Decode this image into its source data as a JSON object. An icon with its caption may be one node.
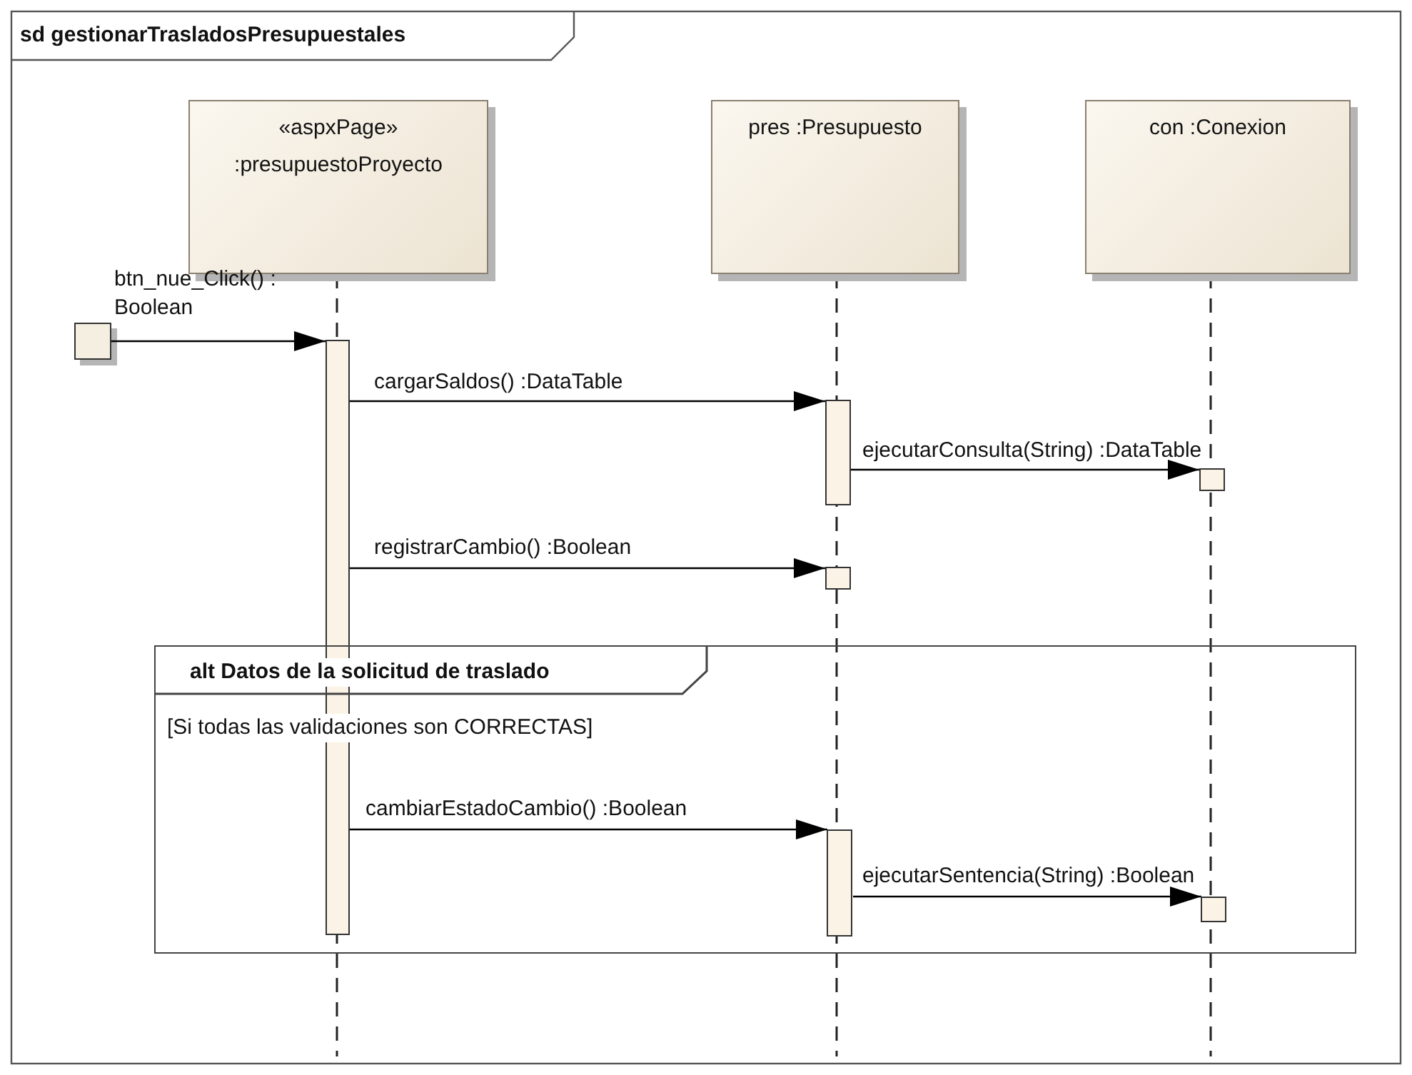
{
  "diagram": {
    "title": "sd gestionarTrasladosPresupuestales",
    "nodes": [
      {
        "text": [
          "«aspxPage»",
          ":presupuestoProyecto"
        ]
      },
      {
        "text": [
          "pres :Presupuesto"
        ]
      },
      {
        "text": [
          "con :Conexion"
        ]
      },
      {
        "text": [],
        "shape": "box"
      },
      {
        "text": [],
        "shape": "bar"
      },
      {
        "text": [],
        "shape": "bar"
      },
      {
        "text": [],
        "shape": "bar"
      },
      {
        "text": [],
        "shape": "bar"
      },
      {
        "text": [
          "alt Datos de la solicitud de traslado",
          "[Si todas las validaciones son CORRECTAS]"
        ]
      },
      {
        "text": [],
        "shape": "bar",
        "in": 8
      },
      {
        "text": [],
        "shape": "bar",
        "in": 8
      }
    ],
    "edges": [
      {
        "from": 3,
        "to": 4,
        "arrow": "to",
        "label": "btn_nue_Click() : Boolean"
      },
      {
        "from": 4,
        "to": 5,
        "arrow": "to",
        "label": "cargarSaldos() :DataTable"
      },
      {
        "from": 5,
        "to": 6,
        "arrow": "to",
        "label": "ejecutarConsulta(String) :DataTable"
      },
      {
        "from": 4,
        "to": 7,
        "arrow": "to",
        "label": "registrarCambio() :Boolean"
      },
      {
        "from": 4,
        "to": 9,
        "arrow": "to",
        "label": "cambiarEstadoCambio() :Boolean"
      },
      {
        "from": 9,
        "to": 10,
        "arrow": "to",
        "label": "ejecutarSentencia(String) :Boolean"
      }
    ]
  }
}
